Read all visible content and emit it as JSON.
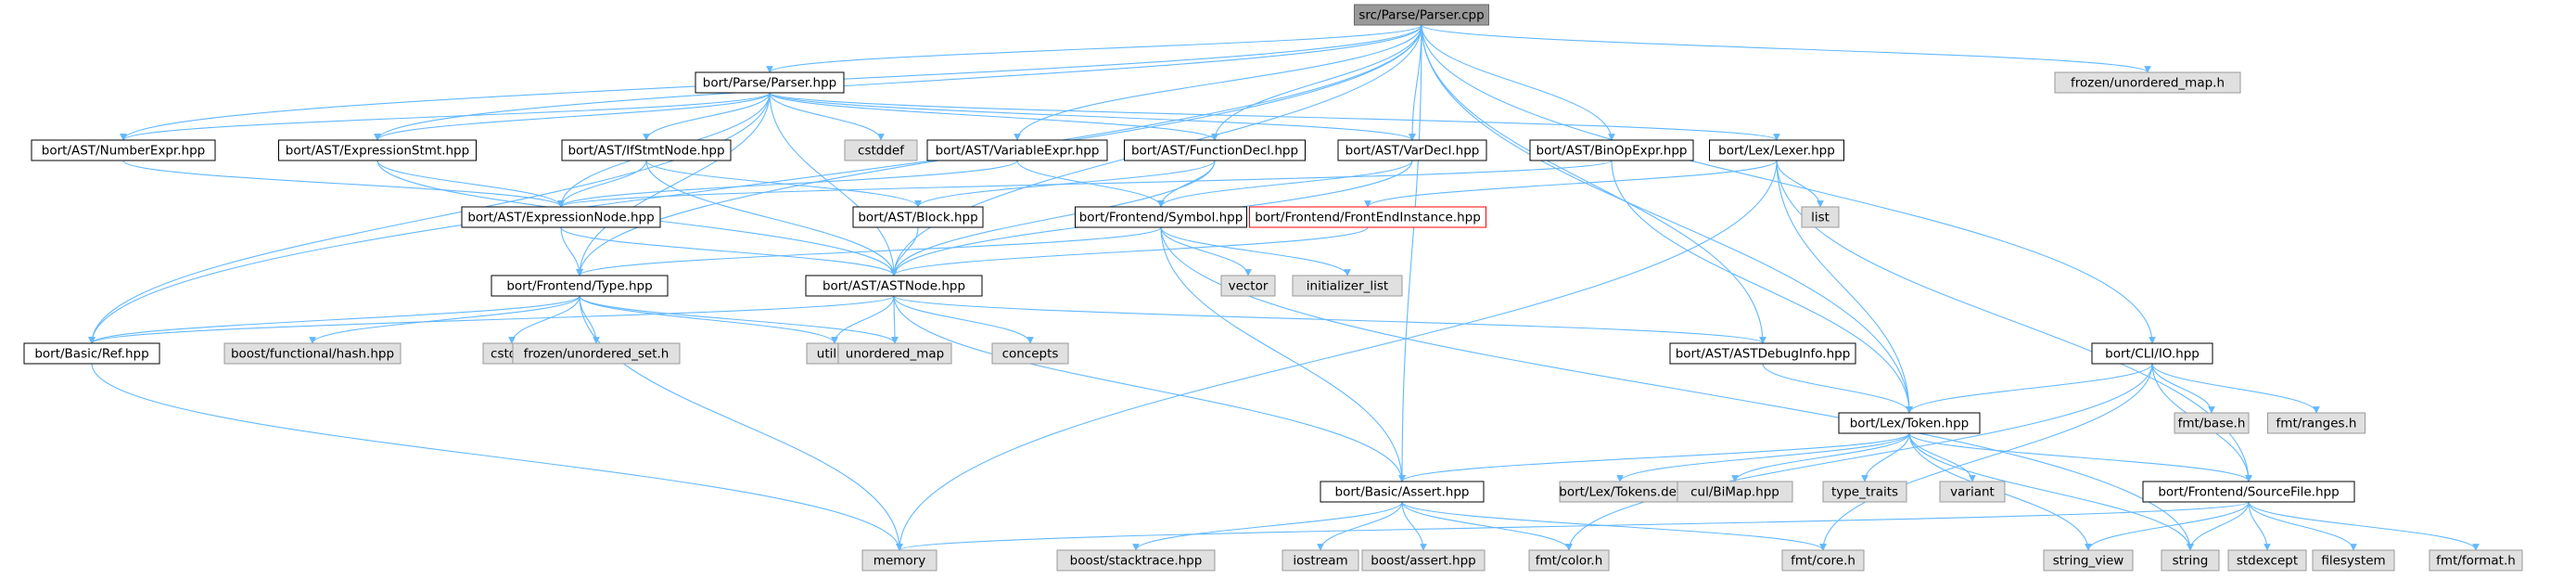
{
  "title": "src/Parse/Parser.cpp",
  "colors": {
    "edge": "#63b8ff",
    "node_border": "#000000",
    "root_fill": "#999999",
    "file_fill": "#ffffff",
    "system_fill": "#e0e0e0",
    "system_border": "#999999",
    "missing_border": "#ff0000"
  },
  "nodes": [
    {
      "id": "root",
      "label": "src/Parse/Parser.cpp",
      "kind": "root"
    },
    {
      "id": "parser_hpp",
      "label": "bort/Parse/Parser.hpp",
      "kind": "file"
    },
    {
      "id": "frozen_umap",
      "label": "frozen/unordered_map.h",
      "kind": "system"
    },
    {
      "id": "numberexpr",
      "label": "bort/AST/NumberExpr.hpp",
      "kind": "file"
    },
    {
      "id": "exprstmt",
      "label": "bort/AST/ExpressionStmt.hpp",
      "kind": "file"
    },
    {
      "id": "ifstmt",
      "label": "bort/AST/IfStmtNode.hpp",
      "kind": "file"
    },
    {
      "id": "cstddef",
      "label": "cstddef",
      "kind": "system"
    },
    {
      "id": "varexpr",
      "label": "bort/AST/VariableExpr.hpp",
      "kind": "file"
    },
    {
      "id": "funcdecl",
      "label": "bort/AST/FunctionDecl.hpp",
      "kind": "file"
    },
    {
      "id": "vardecl",
      "label": "bort/AST/VarDecl.hpp",
      "kind": "file"
    },
    {
      "id": "binop",
      "label": "bort/AST/BinOpExpr.hpp",
      "kind": "file"
    },
    {
      "id": "lexer",
      "label": "bort/Lex/Lexer.hpp",
      "kind": "file"
    },
    {
      "id": "exprnode",
      "label": "bort/AST/ExpressionNode.hpp",
      "kind": "file"
    },
    {
      "id": "block",
      "label": "bort/AST/Block.hpp",
      "kind": "file"
    },
    {
      "id": "symbol",
      "label": "bort/Frontend/Symbol.hpp",
      "kind": "file"
    },
    {
      "id": "feinst",
      "label": "bort/Frontend/FrontEndInstance.hpp",
      "kind": "missing"
    },
    {
      "id": "list",
      "label": "list",
      "kind": "system"
    },
    {
      "id": "type",
      "label": "bort/Frontend/Type.hpp",
      "kind": "file"
    },
    {
      "id": "astnode",
      "label": "bort/AST/ASTNode.hpp",
      "kind": "file"
    },
    {
      "id": "vector",
      "label": "vector",
      "kind": "system"
    },
    {
      "id": "initlist",
      "label": "initializer_list",
      "kind": "system"
    },
    {
      "id": "ref",
      "label": "bort/Basic/Ref.hpp",
      "kind": "file"
    },
    {
      "id": "boosthash",
      "label": "boost/functional/hash.hpp",
      "kind": "system"
    },
    {
      "id": "cstdint",
      "label": "cstdint",
      "kind": "system"
    },
    {
      "id": "frozen_uset",
      "label": "frozen/unordered_set.h",
      "kind": "system"
    },
    {
      "id": "utility",
      "label": "utility",
      "kind": "system"
    },
    {
      "id": "umap",
      "label": "unordered_map",
      "kind": "system"
    },
    {
      "id": "concepts",
      "label": "concepts",
      "kind": "system"
    },
    {
      "id": "astdebug",
      "label": "bort/AST/ASTDebugInfo.hpp",
      "kind": "file"
    },
    {
      "id": "cliio",
      "label": "bort/CLI/IO.hpp",
      "kind": "file"
    },
    {
      "id": "token",
      "label": "bort/Lex/Token.hpp",
      "kind": "file"
    },
    {
      "id": "fmtbase",
      "label": "fmt/base.h",
      "kind": "system"
    },
    {
      "id": "fmtranges",
      "label": "fmt/ranges.h",
      "kind": "system"
    },
    {
      "id": "assert",
      "label": "bort/Basic/Assert.hpp",
      "kind": "file"
    },
    {
      "id": "tokensdef",
      "label": "bort/Lex/Tokens.def",
      "kind": "system"
    },
    {
      "id": "bimap",
      "label": "cul/BiMap.hpp",
      "kind": "system"
    },
    {
      "id": "typetraits",
      "label": "type_traits",
      "kind": "system"
    },
    {
      "id": "variant",
      "label": "variant",
      "kind": "system"
    },
    {
      "id": "sourcefile",
      "label": "bort/Frontend/SourceFile.hpp",
      "kind": "file"
    },
    {
      "id": "memory",
      "label": "memory",
      "kind": "system"
    },
    {
      "id": "stacktrace",
      "label": "boost/stacktrace.hpp",
      "kind": "system"
    },
    {
      "id": "iostream",
      "label": "iostream",
      "kind": "system"
    },
    {
      "id": "boostassert",
      "label": "boost/assert.hpp",
      "kind": "system"
    },
    {
      "id": "fmtcolor",
      "label": "fmt/color.h",
      "kind": "system"
    },
    {
      "id": "fmtcore",
      "label": "fmt/core.h",
      "kind": "system"
    },
    {
      "id": "stringview",
      "label": "string_view",
      "kind": "system"
    },
    {
      "id": "string",
      "label": "string",
      "kind": "system"
    },
    {
      "id": "stdexcept",
      "label": "stdexcept",
      "kind": "system"
    },
    {
      "id": "filesystem",
      "label": "filesystem",
      "kind": "system"
    },
    {
      "id": "fmtformat",
      "label": "fmt/format.h",
      "kind": "system"
    }
  ],
  "edges": [
    [
      "root",
      "parser_hpp"
    ],
    [
      "root",
      "frozen_umap"
    ],
    [
      "root",
      "numberexpr"
    ],
    [
      "root",
      "exprstmt"
    ],
    [
      "root",
      "varexpr"
    ],
    [
      "root",
      "funcdecl"
    ],
    [
      "root",
      "vardecl"
    ],
    [
      "root",
      "binop"
    ],
    [
      "root",
      "ref"
    ],
    [
      "root",
      "type"
    ],
    [
      "root",
      "astnode"
    ],
    [
      "root",
      "astdebug"
    ],
    [
      "root",
      "cliio"
    ],
    [
      "root",
      "token"
    ],
    [
      "root",
      "assert"
    ],
    [
      "parser_hpp",
      "numberexpr"
    ],
    [
      "parser_hpp",
      "exprstmt"
    ],
    [
      "parser_hpp",
      "ifstmt"
    ],
    [
      "parser_hpp",
      "cstddef"
    ],
    [
      "parser_hpp",
      "funcdecl"
    ],
    [
      "parser_hpp",
      "vardecl"
    ],
    [
      "parser_hpp",
      "lexer"
    ],
    [
      "parser_hpp",
      "exprnode"
    ],
    [
      "parser_hpp",
      "astnode"
    ],
    [
      "parser_hpp",
      "type"
    ],
    [
      "parser_hpp",
      "ref"
    ],
    [
      "numberexpr",
      "exprnode"
    ],
    [
      "exprstmt",
      "exprnode"
    ],
    [
      "exprstmt",
      "astnode"
    ],
    [
      "ifstmt",
      "exprnode"
    ],
    [
      "ifstmt",
      "block"
    ],
    [
      "ifstmt",
      "astnode"
    ],
    [
      "varexpr",
      "exprnode"
    ],
    [
      "varexpr",
      "symbol"
    ],
    [
      "funcdecl",
      "block"
    ],
    [
      "funcdecl",
      "symbol"
    ],
    [
      "funcdecl",
      "astnode"
    ],
    [
      "vardecl",
      "symbol"
    ],
    [
      "vardecl",
      "astnode"
    ],
    [
      "binop",
      "exprnode"
    ],
    [
      "binop",
      "token"
    ],
    [
      "lexer",
      "feinst"
    ],
    [
      "lexer",
      "list"
    ],
    [
      "lexer",
      "token"
    ],
    [
      "lexer",
      "sourcefile"
    ],
    [
      "lexer",
      "memory"
    ],
    [
      "exprnode",
      "type"
    ],
    [
      "exprnode",
      "astnode"
    ],
    [
      "block",
      "astnode"
    ],
    [
      "symbol",
      "type"
    ],
    [
      "symbol",
      "vector"
    ],
    [
      "symbol",
      "initlist"
    ],
    [
      "symbol",
      "string"
    ],
    [
      "symbol",
      "assert"
    ],
    [
      "feinst",
      "astnode"
    ],
    [
      "type",
      "ref"
    ],
    [
      "type",
      "boosthash"
    ],
    [
      "type",
      "cstdint"
    ],
    [
      "type",
      "frozen_uset"
    ],
    [
      "type",
      "utility"
    ],
    [
      "type",
      "umap"
    ],
    [
      "type",
      "memory"
    ],
    [
      "astnode",
      "ref"
    ],
    [
      "astnode",
      "utility"
    ],
    [
      "astnode",
      "umap"
    ],
    [
      "astnode",
      "concepts"
    ],
    [
      "astnode",
      "astdebug"
    ],
    [
      "astnode",
      "assert"
    ],
    [
      "ref",
      "memory"
    ],
    [
      "astdebug",
      "token"
    ],
    [
      "cliio",
      "token"
    ],
    [
      "cliio",
      "fmtbase"
    ],
    [
      "cliio",
      "fmtranges"
    ],
    [
      "cliio",
      "sourcefile"
    ],
    [
      "cliio",
      "fmtcolor"
    ],
    [
      "cliio",
      "fmtcore"
    ],
    [
      "token",
      "assert"
    ],
    [
      "token",
      "tokensdef"
    ],
    [
      "token",
      "bimap"
    ],
    [
      "token",
      "typetraits"
    ],
    [
      "token",
      "variant"
    ],
    [
      "token",
      "sourcefile"
    ],
    [
      "token",
      "stringview"
    ],
    [
      "token",
      "string"
    ],
    [
      "assert",
      "stacktrace"
    ],
    [
      "assert",
      "iostream"
    ],
    [
      "assert",
      "boostassert"
    ],
    [
      "assert",
      "fmtcolor"
    ],
    [
      "assert",
      "fmtcore"
    ],
    [
      "sourcefile",
      "memory"
    ],
    [
      "sourcefile",
      "stringview"
    ],
    [
      "sourcefile",
      "string"
    ],
    [
      "sourcefile",
      "stdexcept"
    ],
    [
      "sourcefile",
      "filesystem"
    ],
    [
      "sourcefile",
      "fmtformat"
    ]
  ]
}
